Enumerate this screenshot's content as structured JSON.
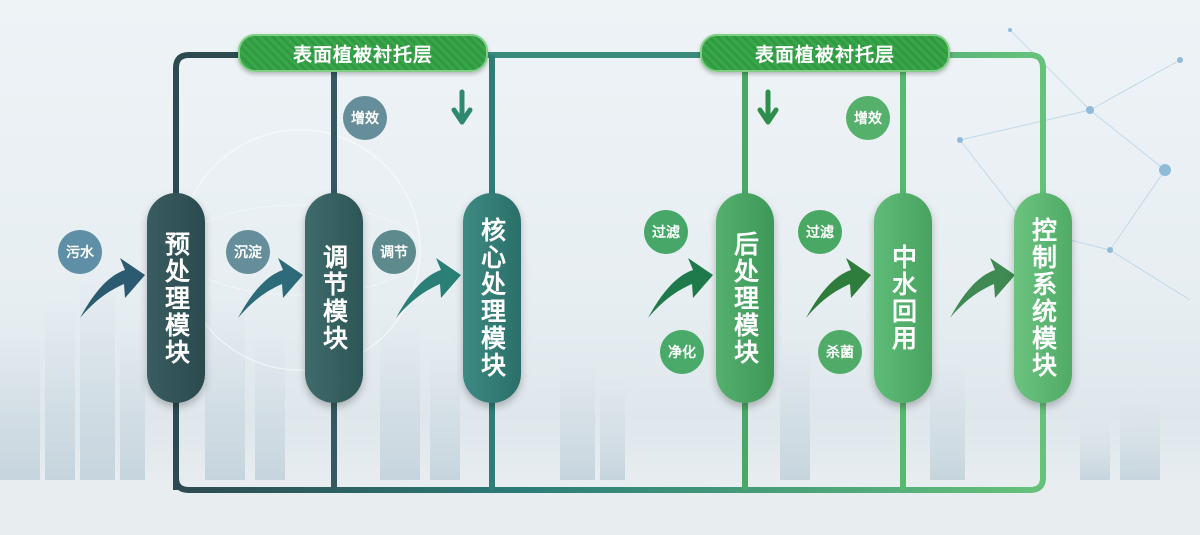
{
  "layer_pills": [
    "表面植被衬托层",
    "表面植被衬托层"
  ],
  "modules": {
    "pretreatment": "预处理模块",
    "regulation": "调节模块",
    "core": "核心处理模块",
    "posttreatment": "后处理模块",
    "reclaimed_water": "中水回用",
    "control": "控制系统模块"
  },
  "process_labels": {
    "sewage": "污水",
    "sedimentation": "沉淀",
    "adjust": "调节",
    "filter_1": "过滤",
    "purify": "净化",
    "filter_2": "过滤",
    "sterilize": "杀菌",
    "boost_1": "增效",
    "boost_2": "增效"
  },
  "colors": {
    "dark": "#2f5a5e",
    "teal": "#2b7c78",
    "green": "#3f9e60",
    "light_green": "#5cbc74",
    "pill_green": "#35a045"
  }
}
